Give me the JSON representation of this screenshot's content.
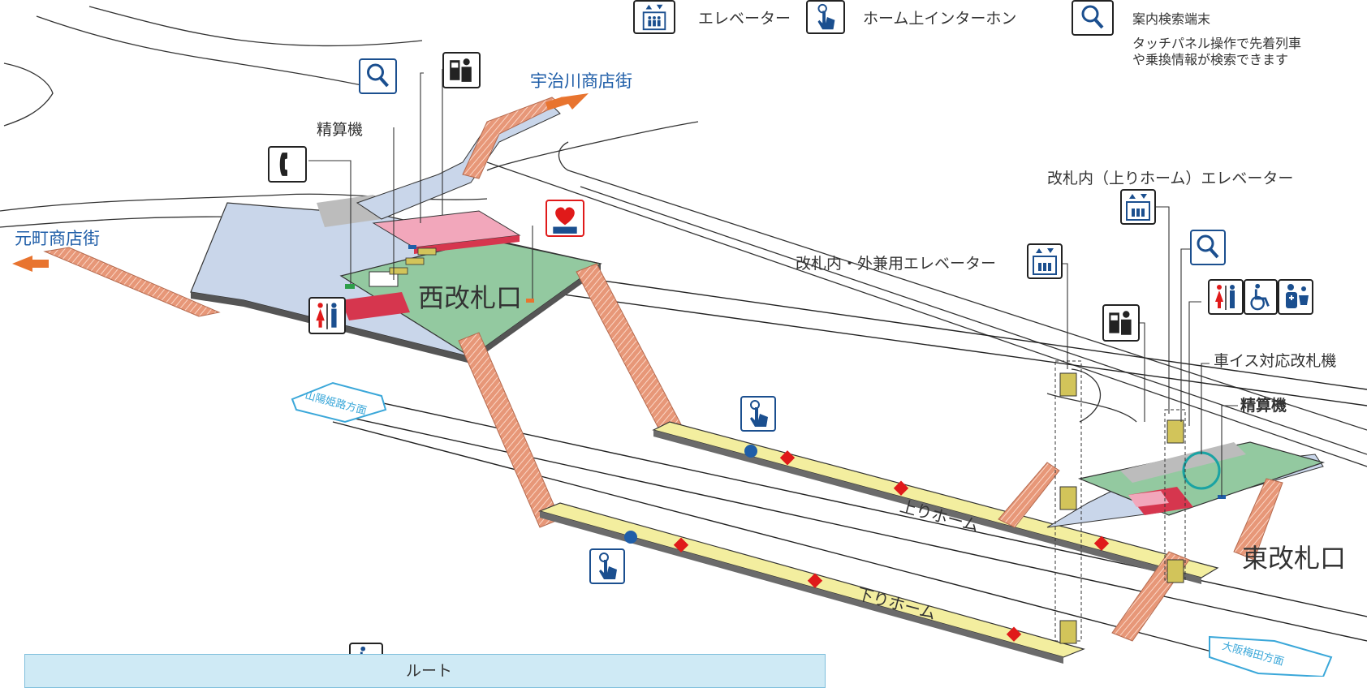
{
  "legend": {
    "elevator": "エレベーター",
    "intercom": "ホーム上インターホン",
    "search_terminal": "案内検索端末",
    "search_desc_line1": "タッチパネル操作で先着列車",
    "search_desc_line2": "や乗換情報が検索できます"
  },
  "places": {
    "motomachi": "元町商店街",
    "ujigawa": "宇治川商店街",
    "west_gate": "西改札口",
    "east_gate": "東改札口",
    "up_platform": "上りホーム",
    "down_platform": "下りホーム",
    "to_sanyo": "山陽姫路方面",
    "to_osaka": "大阪梅田方面"
  },
  "callouts": {
    "fare_adjust_west": "精算機",
    "inner_up_elevator": "改札内（上りホーム）エレベーター",
    "shared_elevator": "改札内・外兼用エレベーター",
    "wheelchair_gate": "車イス対応改札機",
    "fare_adjust_east": "精算機"
  },
  "route": {
    "label": "ルート"
  },
  "icons": [
    "elevator-icon",
    "intercom-icon",
    "search-icon",
    "phone-icon",
    "ticket-machine-icon",
    "aed-icon",
    "restroom-icon",
    "wheelchair-icon",
    "baby-care-icon"
  ],
  "colors": {
    "concourse_green": "#93c9a0",
    "passage_blue": "#c9d6ea",
    "platform_yellow": "#f3ee9f",
    "stairs_salmon": "#e79778",
    "shop_pink": "#f2a7bb",
    "toilet_red": "#d6364e",
    "accent_blue": "#1f5ea8",
    "arrow_orange": "#e8742f"
  }
}
